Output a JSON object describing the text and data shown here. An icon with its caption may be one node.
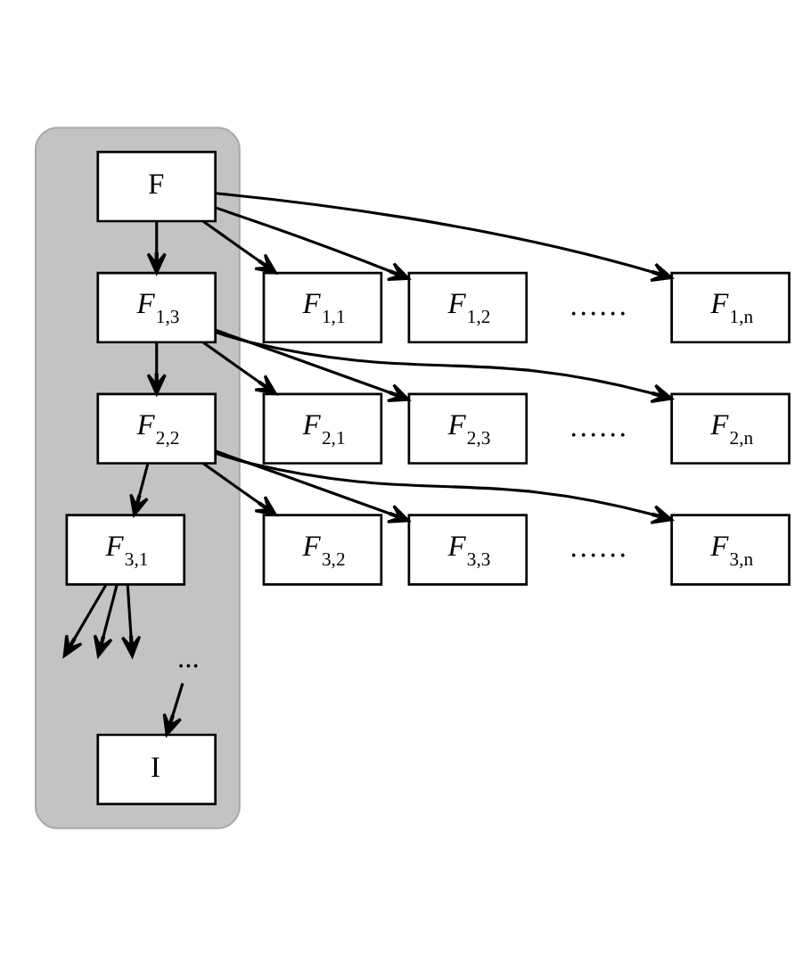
{
  "diagram": {
    "nodes": [
      {
        "text": [],
        "shape": "band"
      },
      {
        "text": [
          "F"
        ],
        "in": 0
      },
      {
        "text": [
          "*F*$_{1,1}$"
        ]
      },
      {
        "text": [
          "*F*$_{1,2}$"
        ]
      },
      {
        "text": [
          "*F*$_{1,3}$"
        ],
        "in": 0
      },
      {
        "text": [
          "*F*$_{1,n}$"
        ]
      },
      {
        "text": [
          "*F*$_{2,1}$"
        ]
      },
      {
        "text": [
          "*F*$_{2,2}$"
        ],
        "in": 0
      },
      {
        "text": [
          "*F*$_{2,3}$"
        ]
      },
      {
        "text": [
          "*F*$_{2,n}$"
        ]
      },
      {
        "text": [
          "*F*$_{3,1}$"
        ],
        "in": 0
      },
      {
        "text": [
          "*F*$_{3,2}$"
        ]
      },
      {
        "text": [
          "*F*$_{3,3}$"
        ]
      },
      {
        "text": [
          "*F*$_{3,n}$"
        ]
      },
      {
        "text": [
          "..."
        ],
        "in": 0
      },
      {
        "text": [
          "I"
        ],
        "in": 0
      }
    ],
    "edges": [
      {
        "from": 1,
        "to": 2,
        "arrow": "to"
      },
      {
        "from": 1,
        "to": 3,
        "arrow": "to"
      },
      {
        "from": 1,
        "to": 4,
        "arrow": "to"
      },
      {
        "from": 1,
        "to": 5,
        "arrow": "to"
      },
      {
        "from": 4,
        "to": 6,
        "arrow": "to"
      },
      {
        "from": 4,
        "to": 7,
        "arrow": "to"
      },
      {
        "from": 4,
        "to": 8,
        "arrow": "to"
      },
      {
        "from": 4,
        "to": 9,
        "arrow": "to"
      },
      {
        "from": 7,
        "to": 10,
        "arrow": "to"
      },
      {
        "from": 7,
        "to": 11,
        "arrow": "to"
      },
      {
        "from": 7,
        "to": 12,
        "arrow": "to"
      },
      {
        "from": 7,
        "to": 13,
        "arrow": "to"
      },
      {
        "from": 10,
        "to": null,
        "arrow": "to"
      },
      {
        "from": 10,
        "to": null,
        "arrow": "to"
      },
      {
        "from": 10,
        "to": null,
        "arrow": "to"
      },
      {
        "from": 14,
        "to": 15,
        "arrow": "to"
      }
    ],
    "labels": [
      "……",
      "……",
      "……"
    ]
  }
}
